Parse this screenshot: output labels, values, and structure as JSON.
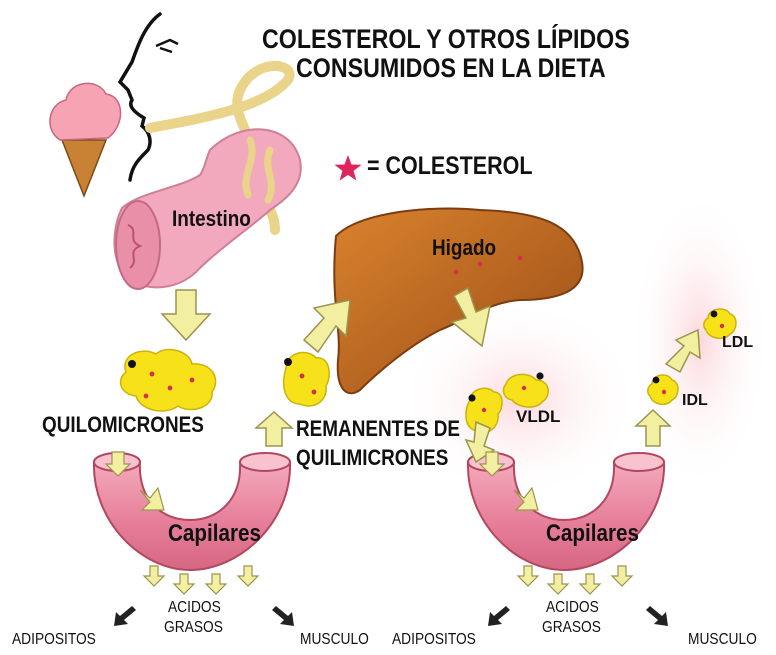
{
  "title": {
    "line1": "COLESTEROL Y OTROS LÍPIDOS",
    "line2": "CONSUMIDOS EN LA DIETA"
  },
  "legend": {
    "text": "= COLESTEROL"
  },
  "organs": {
    "intestine": "Intestino",
    "liver": "Higado"
  },
  "particles": {
    "chylomicrons": "QUILOMICRONES",
    "remnants_line1": "REMANENTES DE",
    "remnants_line2": "QUILIMICRONES",
    "vldl": "VLDL",
    "idl": "IDL",
    "ldl": "LDL"
  },
  "capillaries": {
    "left": "Capilares",
    "right": "Capilares"
  },
  "outputs": {
    "left": {
      "fatty_acids_line1": "ACIDOS",
      "fatty_acids_line2": "GRASOS",
      "adipose": "ADIPOSITOS",
      "muscle": "MUSCULO"
    },
    "right": {
      "fatty_acids_line1": "ACIDOS",
      "fatty_acids_line2": "GRASOS",
      "adipose": "ADIPOSITOS",
      "muscle": "MUSCULO"
    }
  },
  "colors": {
    "cholesterol_star": "#e0245e",
    "particle_fill": "#f7e21a",
    "liver_fill": "#b8651e",
    "intestine_fill": "#f2a3b8",
    "capillary_fill": "#e98aa3",
    "arrow_fill": "#f3efa0"
  },
  "icons": {
    "face": "face-profile-icon",
    "ice_cream": "ice-cream-icon",
    "star": "star-icon"
  }
}
